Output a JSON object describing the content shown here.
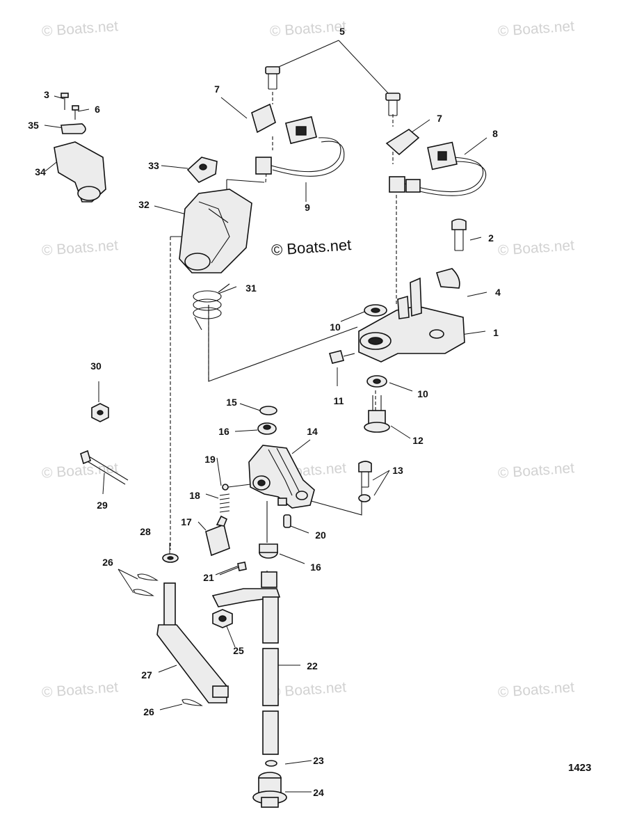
{
  "watermarks": {
    "repeat_text": "© Boats.net",
    "center_text": "© Boats.net"
  },
  "figure_number": "1423",
  "callouts": {
    "c1": "1",
    "c2": "2",
    "c3": "3",
    "c4": "4",
    "c5": "5",
    "c6": "6",
    "c7a": "7",
    "c7b": "7",
    "c8": "8",
    "c9": "9",
    "c10a": "10",
    "c10b": "10",
    "c11": "11",
    "c12": "12",
    "c13": "13",
    "c14": "14",
    "c15": "15",
    "c16a": "16",
    "c16b": "16",
    "c17": "17",
    "c18": "18",
    "c19": "19",
    "c20": "20",
    "c21": "21",
    "c22": "22",
    "c23": "23",
    "c24": "24",
    "c25": "25",
    "c26a": "26",
    "c26b": "26",
    "c27": "27",
    "c28": "28",
    "c29": "29",
    "c30": "30",
    "c31": "31",
    "c32": "32",
    "c33": "33",
    "c34": "34",
    "c35": "35"
  }
}
